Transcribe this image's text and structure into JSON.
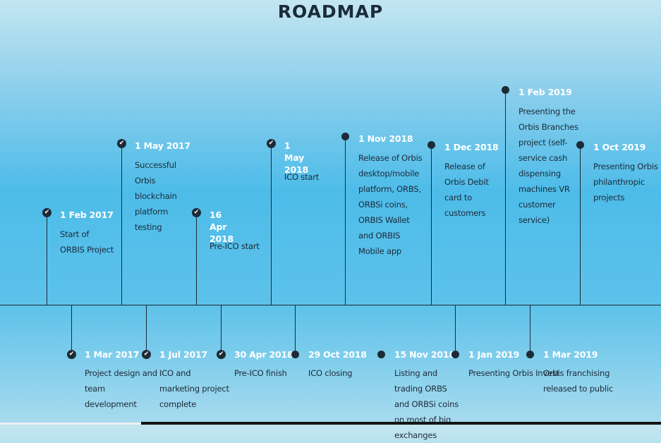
{
  "title": "ROADMAP",
  "milestones_top": [
    {
      "date": "1 Feb 2017",
      "text": "Start of ORBIS Project",
      "icon": "check-icon"
    },
    {
      "date": "1 May 2017",
      "text": "Successful Orbis blockchain platform testing",
      "icon": "check-icon"
    },
    {
      "date": "16 Apr 2018",
      "text": "Pre-ICO start",
      "icon": "check-icon"
    },
    {
      "date": "1 May 2018",
      "text": "ICO start",
      "icon": "check-icon"
    },
    {
      "date": "1 Nov 2018",
      "text": "Release of Orbis desktop/mobile platform, ORBS, ORBSi coins, ORBIS Wallet and ORBIS Mobile app",
      "icon": "dot-icon"
    },
    {
      "date": "1 Dec 2018",
      "text": "Release of Orbis Debit card to customers",
      "icon": "dot-icon"
    },
    {
      "date": "1 Feb 2019",
      "text": "Presenting the Orbis Branches project (self-service cash dispensing machines VR customer service)",
      "icon": "dot-icon"
    },
    {
      "date": "1 Oct 2019",
      "text": "Presenting Orbis philanthropic projects",
      "icon": "dot-icon"
    }
  ],
  "milestones_bottom": [
    {
      "date": "1 Mar 2017",
      "text": "Project design and team development",
      "icon": "check-icon"
    },
    {
      "date": "1 Jul 2017",
      "text": "ICO and marketing project complete",
      "icon": "check-icon"
    },
    {
      "date": "30 Apr 2018",
      "text": "Pre-ICO finish",
      "icon": "check-icon"
    },
    {
      "date": "29 Oct 2018",
      "text": "ICO closing",
      "icon": "dot-icon"
    },
    {
      "date": "15 Nov 2018",
      "text": "Listing and trading ORBS and ORBSi coins on most of big exchanges",
      "icon": "dot-icon"
    },
    {
      "date": "1 Jan 2019",
      "text": "Presenting Orbis Invest",
      "icon": "dot-icon"
    },
    {
      "date": "1 Mar 2019",
      "text": "Orbis franchising released to public",
      "icon": "dot-icon"
    }
  ]
}
